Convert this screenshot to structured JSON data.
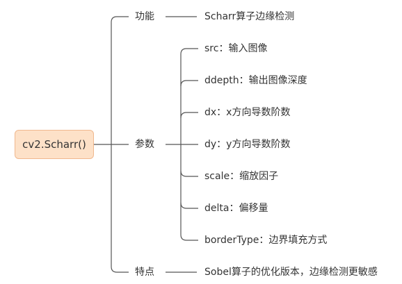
{
  "root": {
    "label": "cv2.Scharr()"
  },
  "branches": [
    {
      "label": "功能",
      "children": [
        "Scharr算子边缘检测"
      ]
    },
    {
      "label": "参数",
      "children": [
        "src：输入图像",
        "ddepth：输出图像深度",
        "dx：x方向导数阶数",
        "dy：y方向导数阶数",
        "scale：缩放因子",
        "delta：偏移量",
        "borderType：边界填充方式"
      ]
    },
    {
      "label": "特点",
      "children": [
        "Sobel算子的优化版本，边缘检测更敏感"
      ]
    }
  ],
  "colors": {
    "line": "#555555",
    "root_fill": "#fde1c8",
    "root_border": "#f0b88e"
  }
}
